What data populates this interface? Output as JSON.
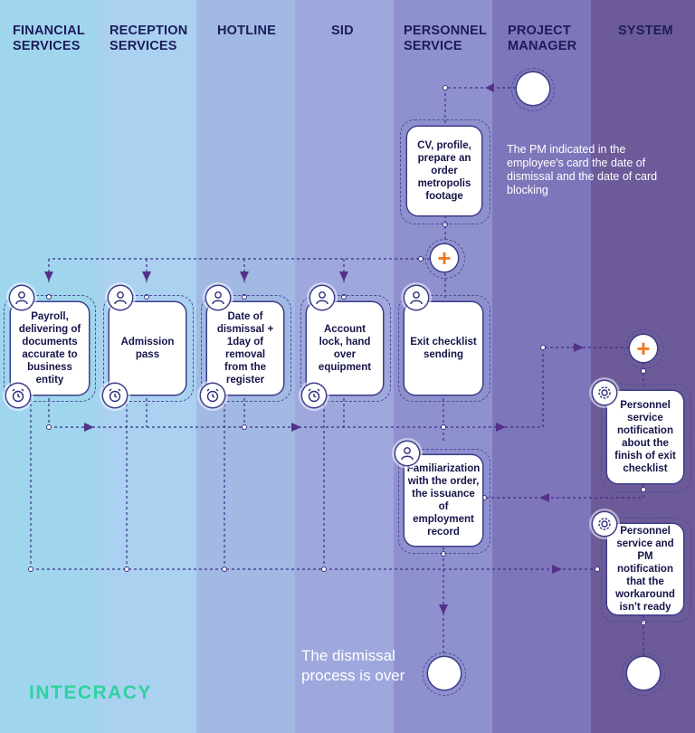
{
  "lanes": [
    {
      "title": "FINANCIAL\nSERVICES",
      "color": "#9fd6ee"
    },
    {
      "title": "RECEPTION\nSERVICES",
      "color": "#aad1f0"
    },
    {
      "title": "HOTLINE",
      "color": "#a1b9e3"
    },
    {
      "title": "SID",
      "color": "#9ea8dc"
    },
    {
      "title": "PERSONNEL\nSERVICE",
      "color": "#8f91cf"
    },
    {
      "title": "PROJECT\nMANAGER",
      "color": "#7e76ba"
    },
    {
      "title": "SYSTEM",
      "color": "#6d5a99"
    }
  ],
  "tasks": {
    "cv_profile": "CV, profile, prepare an order metropolis footage",
    "payroll": "Payroll, delivering of documents accurate to business entity",
    "admission_pass": "Admission pass",
    "date_of_dismissal": "Date of dismissal + 1day of removal from the register",
    "account_lock": "Account lock, hand over equipment",
    "exit_checklist": "Exit checklist sending",
    "familiarization": "Familiarization with the order, the issuance of employment record",
    "personnel_notification": "Personnel service notification about  the finish of exit checklist",
    "pm_notification": "Personnel service and PM notification that the workaround isn't ready"
  },
  "notes": {
    "pm_indicated": "The PM indicated in the employee's card the date of dismissal and the date of card blocking",
    "process_over": "The dismissal process is over"
  },
  "logo": "INTECRACY",
  "icons": {
    "person": "person-icon",
    "clock": "alarm-clock-icon",
    "gear": "gear-icon",
    "plus": "parallel-gateway-plus-icon",
    "start": "start-event-circle",
    "end": "end-event-circle"
  },
  "colors": {
    "line": "#3a2f86",
    "arrow": "#55308a",
    "plus": "#f07a22",
    "text_dark": "#15154a",
    "logo": "#2fd2a0"
  }
}
